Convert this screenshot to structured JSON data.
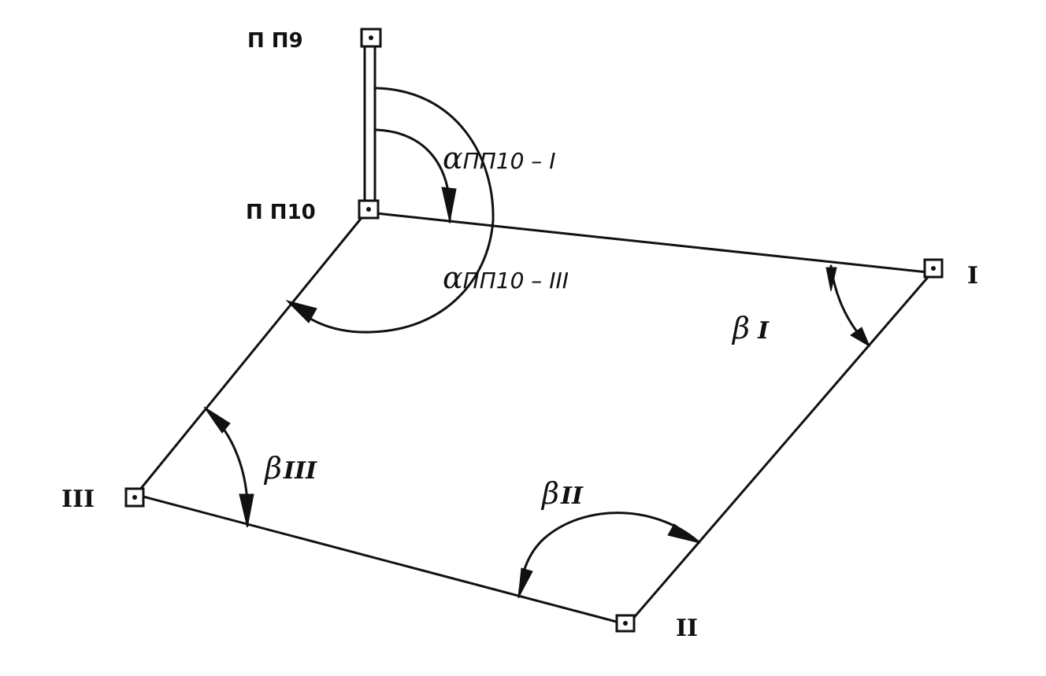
{
  "points": {
    "pp9": "П П9",
    "pp10": "П П10",
    "p1": "I",
    "p2": "II",
    "p3": "III"
  },
  "angles": {
    "alpha_symbol": "α",
    "alpha_pp10_1": "ПП10 – I",
    "alpha_pp10_3": "ПП10 – III",
    "beta_symbol": "β",
    "beta_1": "I",
    "beta_2": "II",
    "beta_3": "III"
  },
  "colors": {
    "ink": "#111111",
    "paper": "#ffffff"
  }
}
